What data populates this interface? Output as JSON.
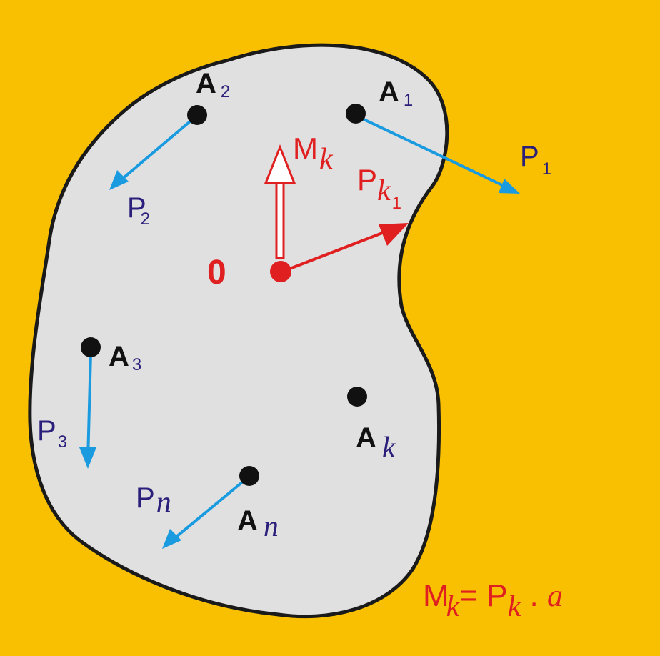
{
  "colors": {
    "background": "#f8c000",
    "body_fill": "#e0e0e0",
    "outline": "#1a1a1a",
    "point": "#111111",
    "force": "#1a9be0",
    "resultant": "#e02020",
    "label_dark": "#111111",
    "label_blue": "#2a1f7a"
  },
  "points": [
    {
      "letter": "A",
      "sub": "2"
    },
    {
      "letter": "A",
      "sub": "1"
    },
    {
      "letter": "A",
      "sub": "3"
    },
    {
      "letter": "A",
      "sub": "k"
    },
    {
      "letter": "A",
      "sub": "n"
    }
  ],
  "forces": [
    {
      "letter": "P",
      "sub": "1"
    },
    {
      "letter": "P",
      "sub": "2"
    },
    {
      "letter": "P",
      "sub": "3"
    },
    {
      "letter": "P",
      "sub": "n"
    }
  ],
  "origin_label": "0",
  "moment": {
    "letter": "M",
    "sub": "k"
  },
  "resultant": {
    "letter": "P",
    "sub": "k",
    "subsub": "1"
  },
  "formula": {
    "m": "M",
    "m_sub": "k",
    "eq": "= P",
    "p_sub": "k",
    "dot": " . ",
    "a": "a"
  },
  "icons": {
    "point_marker": "filled-circle",
    "arrow_head": "triangle"
  }
}
